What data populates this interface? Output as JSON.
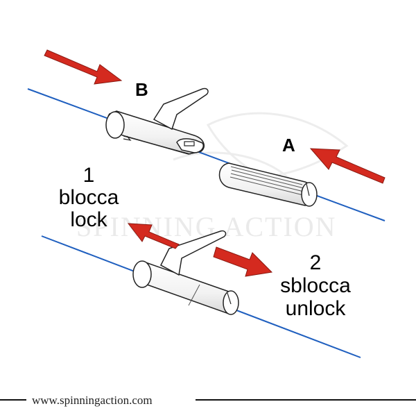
{
  "labels": {
    "b": "B",
    "a": "A",
    "step1_number": "1",
    "step1_it": "blocca",
    "step1_en": "lock",
    "step2_number": "2",
    "step2_it": "sblocca",
    "step2_en": "unlock"
  },
  "watermark": {
    "text": "SPINNING ACTION"
  },
  "footer": {
    "url": "www.spinningaction.com"
  },
  "colors": {
    "line": "#1f5fbf",
    "arrow": "#d42a1f",
    "part_fill": "#ffffff",
    "part_stroke": "#222222",
    "watermark": "#e6e6e6",
    "footer_rule": "#111111"
  }
}
